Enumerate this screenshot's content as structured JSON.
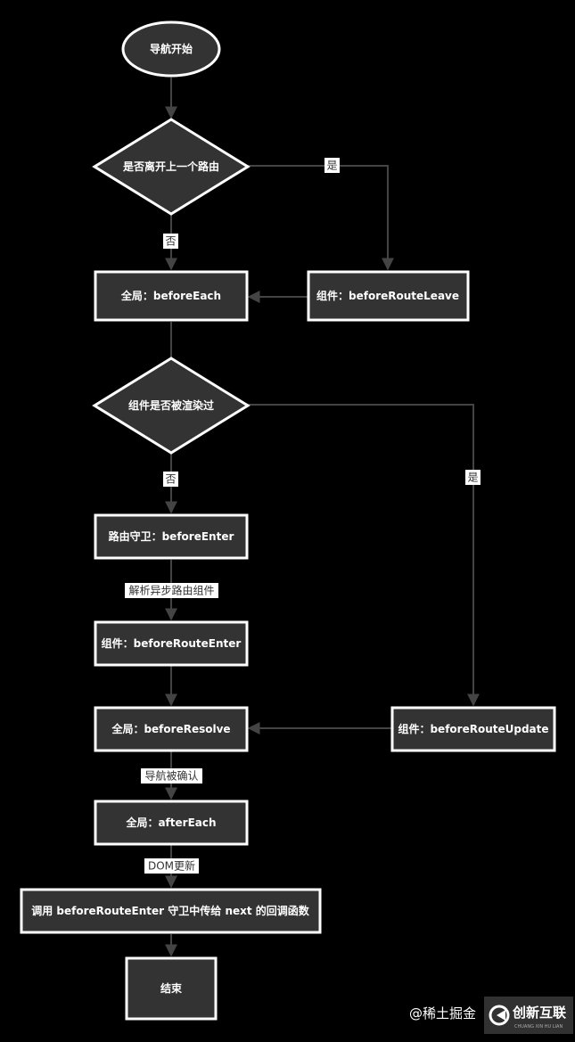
{
  "nodes": {
    "start": "导航开始",
    "leave_decision": "是否离开上一个路由",
    "before_each": "全局：beforeEach",
    "before_route_leave": "组件：beforeRouteLeave",
    "reused_decision": "组件是否被渲染过",
    "before_enter": "路由守卫：beforeEnter",
    "before_route_enter": "组件：beforeRouteEnter",
    "before_resolve": "全局：beforeResolve",
    "before_route_update": "组件：beforeRouteUpdate",
    "after_each": "全局：afterEach",
    "callback": "调用 beforeRouteEnter 守卫中传给 next 的回调函数",
    "end": "结束"
  },
  "edge_labels": {
    "leave_yes": "是",
    "leave_no": "否",
    "reused_no": "否",
    "reused_yes": "是",
    "resolve_async": "解析异步路由组件",
    "confirmed": "导航被确认",
    "dom_update": "DOM更新"
  },
  "watermark": {
    "site": "@稀土掘金",
    "logo_text": "创新互联",
    "logo_sub": "CHUANG XIN HU LIAN"
  },
  "colors": {
    "background": "#000000",
    "node_fill": "#333333",
    "node_border": "#ffffff",
    "connector": "#444444",
    "label_background": "#ffffff"
  }
}
